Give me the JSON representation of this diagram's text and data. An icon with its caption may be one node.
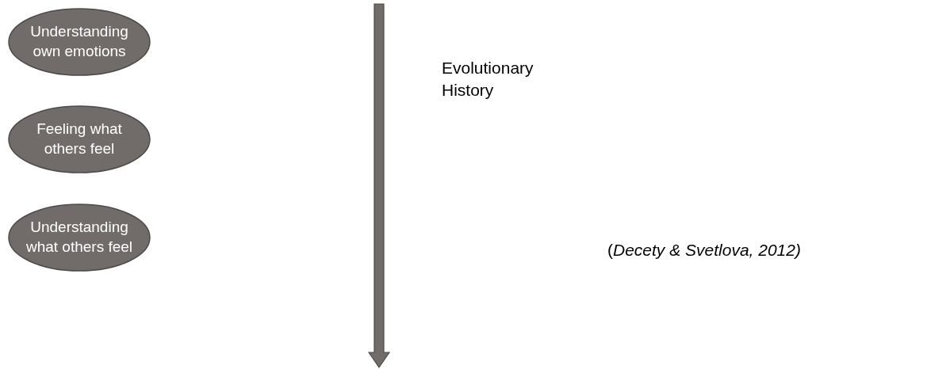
{
  "diagram": {
    "caption": "(*Decety & Svetlova, 2012)*",
    "nodes": [
      {
        "text": [
          "Understanding own emotions"
        ]
      },
      {
        "text": [
          "Feeling what others feel"
        ]
      },
      {
        "text": [
          "Understanding what others feel"
        ]
      }
    ],
    "labels": [
      "Evolutionary History"
    ]
  }
}
